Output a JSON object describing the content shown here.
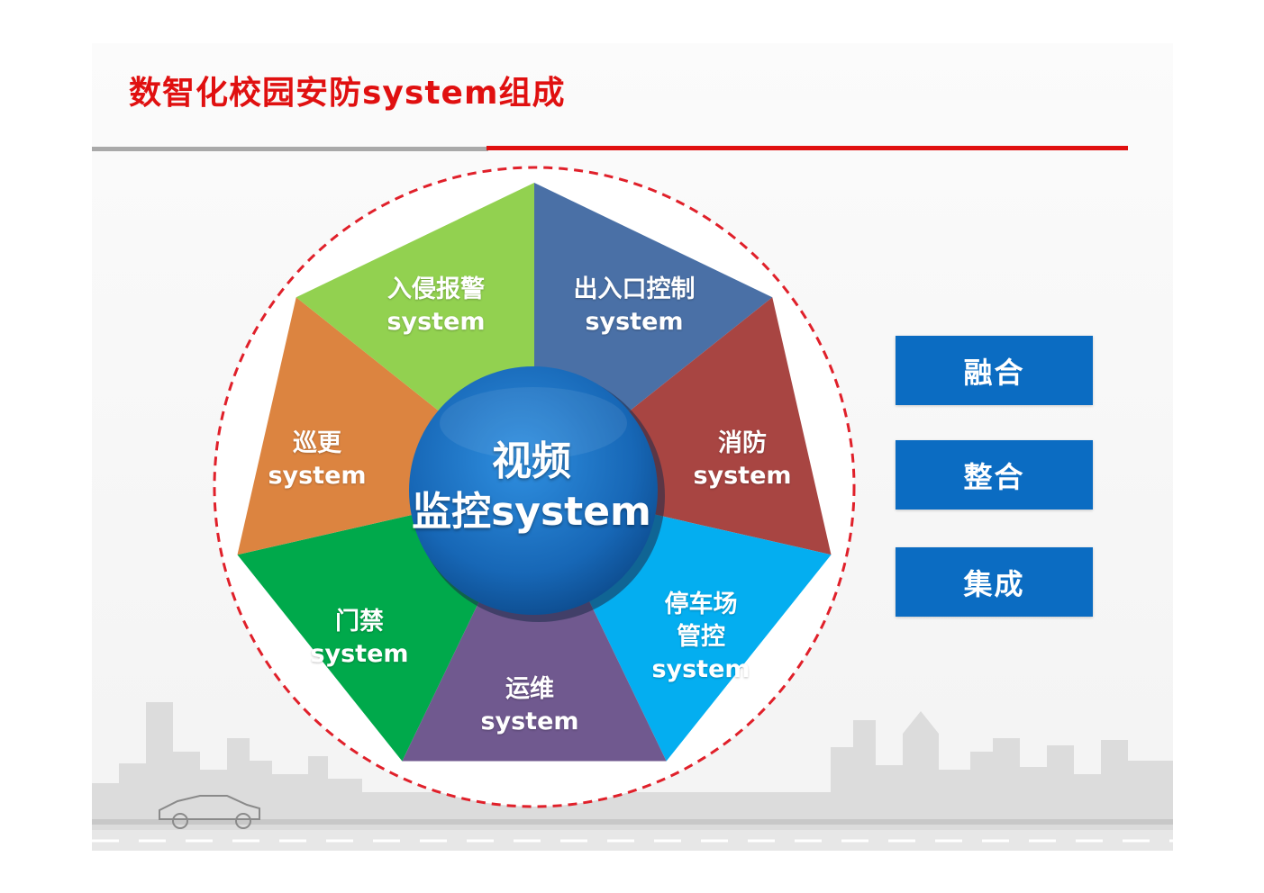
{
  "slide": {
    "title": "数智化校园安防system组成"
  },
  "colors": {
    "title_red": "#e01010",
    "button_blue": "#0b6cc2",
    "hub_blue": "#1768b8"
  },
  "diagram": {
    "center": {
      "line1": "视频",
      "line2": "监控system"
    },
    "segments": [
      {
        "line1": "出入口控制",
        "line2": "system",
        "color": "#4a70a6"
      },
      {
        "line1": "消防",
        "line2": "system",
        "color": "#a84542"
      },
      {
        "line1": "停车场",
        "line2": "管控",
        "line3": "system",
        "color": "#04aef0"
      },
      {
        "line1": "运维",
        "line2": "system",
        "color": "#70598f"
      },
      {
        "line1": "门禁",
        "line2": "system",
        "color": "#00a94b"
      },
      {
        "line1": "巡更",
        "line2": "system",
        "color": "#dc8440"
      },
      {
        "line1": "入侵报警",
        "line2": "system",
        "color": "#92d150"
      }
    ]
  },
  "side_buttons": [
    {
      "label": "融合"
    },
    {
      "label": "整合"
    },
    {
      "label": "集成"
    }
  ]
}
